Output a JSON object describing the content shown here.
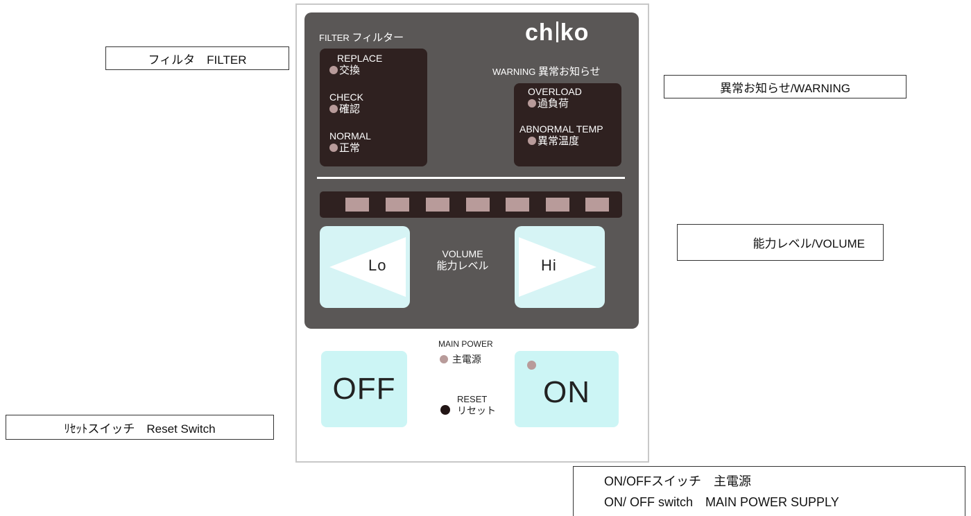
{
  "callouts": {
    "filter": "フィルタ　FILTER",
    "warning": "異常お知らせ/WARNING",
    "volume": "能力レベル/VOLUME",
    "reset": "ﾘｾｯﾄスイッチ　Reset Switch",
    "onoff_line1": "ON/OFFスイッチ　主電源",
    "onoff_line2": "ON/ OFF switch　MAIN POWER SUPPLY"
  },
  "panel": {
    "brand": "chiko",
    "filter_heading_en": "FILTER",
    "filter_heading_ja": "フィルター",
    "filter_indicators": [
      {
        "en": "REPLACE",
        "ja": "交換"
      },
      {
        "en": "CHECK",
        "ja": "確認"
      },
      {
        "en": "NORMAL",
        "ja": "正常"
      }
    ],
    "warning_heading_en": "WARNING",
    "warning_heading_ja": "異常お知らせ",
    "warning_indicators": [
      {
        "en": "OVERLOAD",
        "ja": "過負荷"
      },
      {
        "en": "ABNORMAL TEMP",
        "ja": "異常温度"
      }
    ],
    "volume_en": "VOLUME",
    "volume_ja": "能力レベル",
    "lo_label": "Lo",
    "hi_label": "Hi",
    "level_segments": 7,
    "main_power_en": "MAIN POWER",
    "main_power_ja": "主電源",
    "off_label": "OFF",
    "on_label": "ON",
    "reset_en": "RESET",
    "reset_ja": "リセット"
  },
  "colors": {
    "panel": "#5a5756",
    "inner_box": "#2f2120",
    "led_off": "#b89b9a",
    "button": "#d6f4f5",
    "reset_button": "#221515"
  }
}
